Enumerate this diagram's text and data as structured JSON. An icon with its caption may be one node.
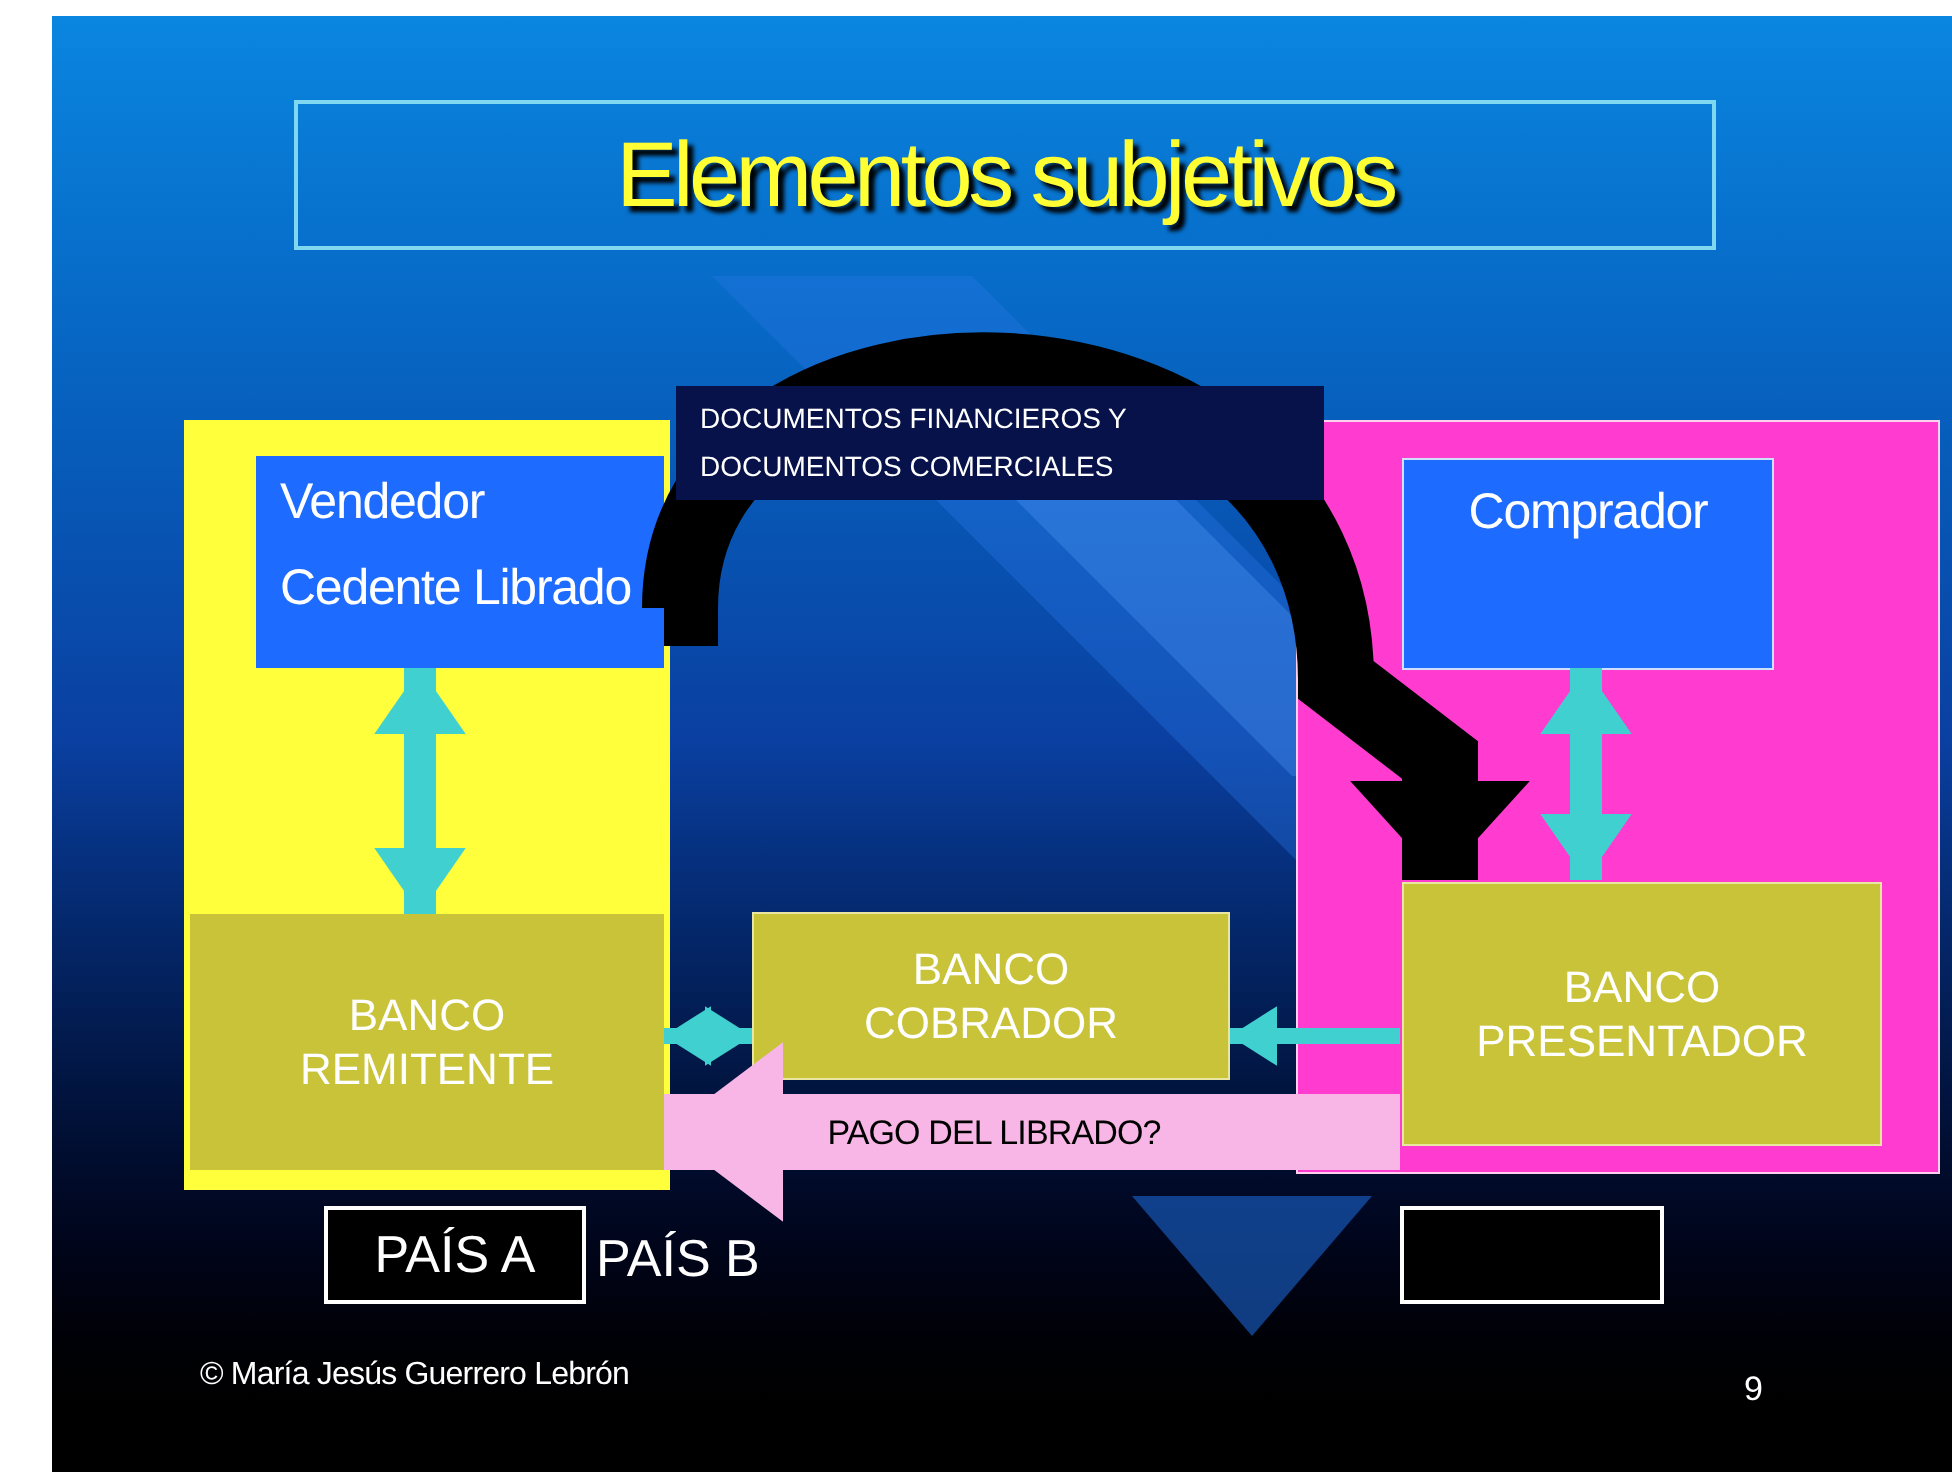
{
  "diagram": {
    "title": "Elementos subjetivos",
    "nodes": [
      {
        "text": [],
        "shape": "box"
      },
      {
        "text": [
          "Vendedor",
          "Cedente Librado"
        ],
        "in": 0
      },
      {
        "text": [
          "BANCO REMITENTE"
        ],
        "in": 0
      },
      {
        "text": [
          "BANCO COBRADOR"
        ]
      },
      {
        "text": [],
        "shape": "box"
      },
      {
        "text": [
          "Comprador"
        ],
        "in": 4
      },
      {
        "text": [
          "BANCO PRESENTADOR"
        ],
        "in": 4
      },
      {
        "text": [
          "PAÍS A"
        ]
      },
      {
        "text": [],
        "shape": "box"
      }
    ],
    "edges": [
      {
        "from": 1,
        "to": 6,
        "arrow": "to",
        "label": "DOCUMENTOS FINANCIEROS Y DOCUMENTOS COMERCIALES",
        "style": "thick",
        "color": "#000000"
      },
      {
        "from": 1,
        "to": 2,
        "arrow": "both"
      },
      {
        "from": 5,
        "to": 6,
        "arrow": "both"
      },
      {
        "from": 2,
        "to": 3,
        "arrow": "both"
      },
      {
        "from": 6,
        "to": 3,
        "arrow": "to"
      },
      {
        "from": 6,
        "to": 2,
        "arrow": "to",
        "label": "PAGO DEL LIBRADO?",
        "style": "thick",
        "color": "#f7b6e6"
      }
    ],
    "labels": [
      "PAÍS B",
      "© María Jesús Guerrero Lebrón",
      "9"
    ]
  }
}
